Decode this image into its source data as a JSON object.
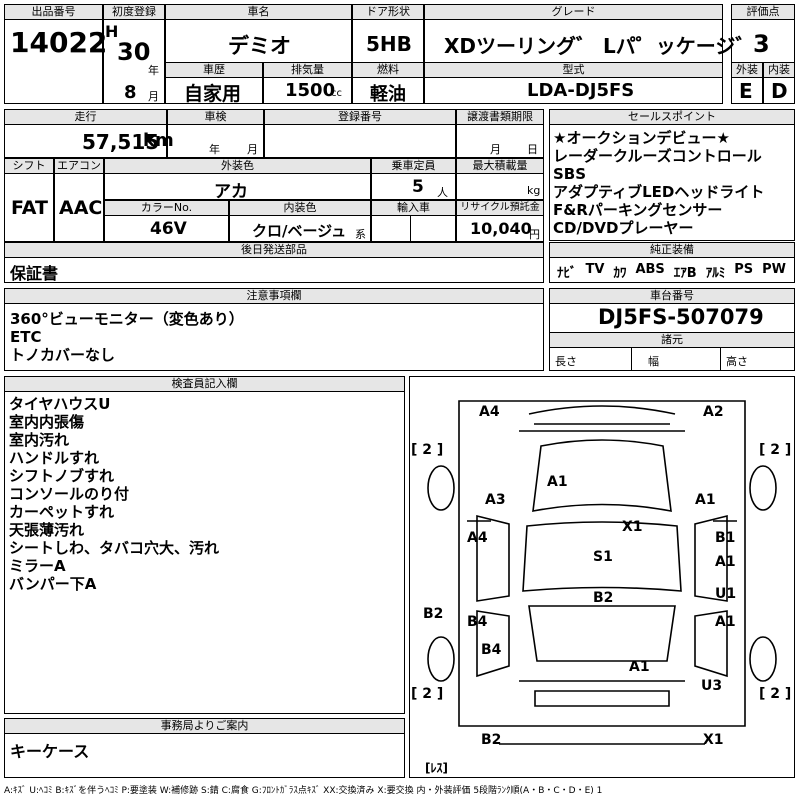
{
  "header": {
    "lot_label": "出品番号",
    "lot_value": "14022",
    "first_reg_label": "初度登録",
    "era": "H",
    "year_num": "30",
    "year_unit": "年",
    "month_num": "8",
    "month_unit": "月",
    "car_name_label": "車名",
    "car_name": "デミオ",
    "door_label": "ドア形状",
    "door_value": "5HB",
    "grade_label": "グレード",
    "grade_value": "XDツーリング゛ Lパ゜ッケージ゛",
    "rating_label": "評価点",
    "rating_value": "3",
    "history_label": "車歴",
    "history_value": "自家用",
    "disp_label": "排気量",
    "disp_value": "1500",
    "disp_unit": "cc",
    "fuel_label": "燃料",
    "fuel_value": "軽油",
    "model_label": "型式",
    "model_value": "LDA-DJ5FS",
    "ext_label": "外装",
    "ext_value": "E",
    "int_label": "内装",
    "int_value": "D"
  },
  "row2": {
    "mileage_label": "走行",
    "mileage_value": "57,515",
    "mileage_unit": "km",
    "shaken_label": "車検",
    "shaken_year": "年",
    "shaken_month": "月",
    "reg_no_label": "登録番号",
    "transfer_label": "譲渡書類期限",
    "transfer_month": "月",
    "transfer_day": "日",
    "shift_label": "シフト",
    "shift_value": "FAT",
    "ac_label": "エアコン",
    "ac_value": "AAC",
    "color_label": "外装色",
    "color_value": "アカ",
    "seats_label": "乗車定員",
    "seats_value": "5",
    "seats_unit": "人",
    "load_label": "最大積載量",
    "load_unit": "kg",
    "colorno_label": "カラーNo.",
    "colorno_value": "46V",
    "intcolor_label": "内装色",
    "intcolor_value": "クロ/ベージュ",
    "intcolor_unit": "系",
    "import_label": "輸入車",
    "recycle_label": "リサイクル預託金",
    "recycle_value": "10,040",
    "recycle_unit": "円"
  },
  "later": {
    "label": "後日発送部品",
    "value": "保証書"
  },
  "sales": {
    "label": "セールスポイント",
    "items": [
      "★オークションデビュー★",
      "レーダークルーズコントロール",
      "SBS",
      "アダプティブLEDヘッドライト",
      "F&Rパーキングセンサー",
      "CD/DVDプレーヤー"
    ]
  },
  "equip": {
    "label": "純正装備",
    "items": [
      "ﾅﾋﾞ",
      "TV",
      "ｶﾜ",
      "ABS",
      "ｴｱB",
      "ｱﾙﾐ",
      "PS",
      "PW"
    ]
  },
  "notes": {
    "label": "注意事項欄",
    "items": [
      "360°ビューモニター（変色あり）",
      "ETC",
      "トノカバーなし"
    ]
  },
  "chassis": {
    "label": "車台番号",
    "value": "DJ5FS-507079",
    "dims_label": "諸元",
    "length": "長さ",
    "width": "幅",
    "height": "高さ"
  },
  "inspector": {
    "label": "検査員記入欄",
    "items": [
      "タイヤハウスU",
      "室内内張傷",
      "室内汚れ",
      "ハンドルすれ",
      "シフトノブすれ",
      "コンソールのり付",
      "カーペットすれ",
      "天張薄汚れ",
      "シートしわ、タバコ穴大、汚れ",
      "ミラーA",
      "バンパー下A"
    ]
  },
  "diagram": {
    "marks": [
      "A4",
      "A2",
      "[ 2 ]",
      "[ 2 ]",
      "A1",
      "A3",
      "A1",
      "X1",
      "A4",
      "B1",
      "A1",
      "S1",
      "B2",
      "U1",
      "A1",
      "B2",
      "B4",
      "B4",
      "A1",
      "U3",
      "[ 2 ]",
      "[ 2 ]",
      "B2",
      "X1",
      "[ﾚｽ]"
    ]
  },
  "office": {
    "label": "事務局よりご案内",
    "value": "キーケース"
  },
  "legend": {
    "text": "A:ｷｽﾞ U:ﾍｺﾐ B:ｷｽﾞを伴うﾍｺﾐ P:要塗装 W:補修跡 S:錆 C:腐食 G:ﾌﾛﾝﾄｶﾞﾗｽ点ｷｽﾞ XX:交換済み X:要交換 内・外装評価 5段階ﾗﾝｸ順(A・B・C・D・E) 1"
  }
}
